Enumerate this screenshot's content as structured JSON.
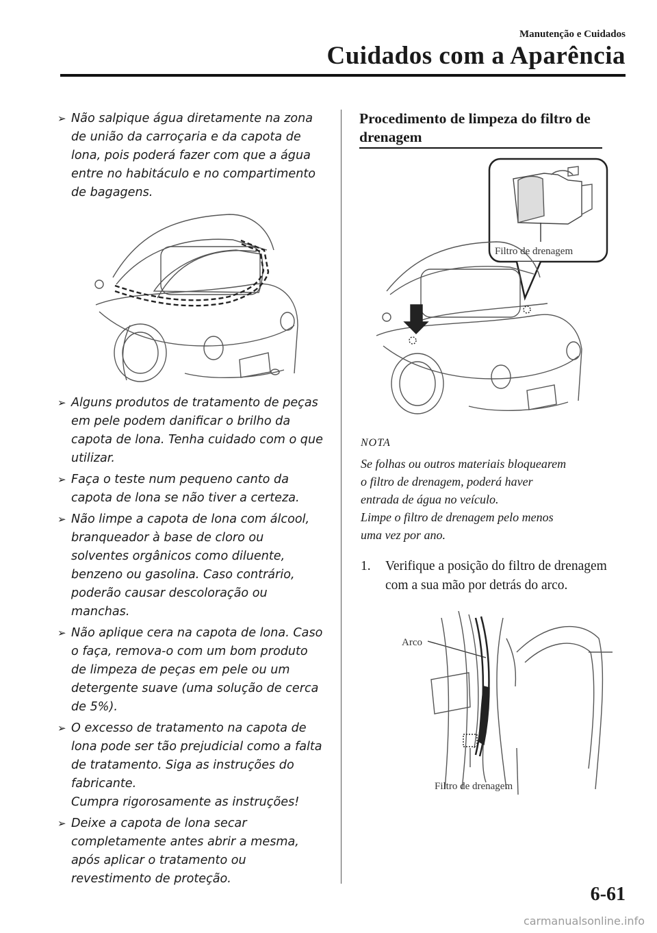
{
  "header": {
    "section": "Manutenção e Cuidados",
    "title": "Cuidados com a Aparência"
  },
  "left_bullets": [
    "Não salpique água diretamente na zona de união da carroçaria e da capota de lona, pois poderá fazer com que a água entre no habitáculo e no compartimento de bagagens.",
    "Alguns produtos de tratamento de peças em pele podem danificar o brilho da capota de lona. Tenha cuidado com o que utilizar.",
    "Faça o teste num pequeno canto da capota de lona se não tiver a certeza.",
    "Não limpe a capota de lona com álcool, branqueador à base de cloro ou solventes orgânicos como diluente, benzeno ou gasolina. Caso contrário, poderão causar descoloração ou manchas.",
    "Não aplique cera na capota de lona. Caso o faça, remova-o com um bom produto de limpeza de peças em pele ou um detergente suave (uma solução de cerca de 5%).",
    "O excesso de tratamento na capota de lona pode ser tão prejudicial como a falta de tratamento. Siga as instruções do fabricante.",
    "Deixe a capota de lona secar completamente antes abrir a mesma, após aplicar o tratamento ou revestimento de proteção."
  ],
  "bullet6_extra": "Cumpra rigorosamente as instruções!",
  "right": {
    "heading": "Procedimento de limpeza do filtro de drenagem",
    "figure1_label": "Filtro de drenagem",
    "nota_label": "NOTA",
    "nota_lines": [
      "Se folhas ou outros materiais bloquearem",
      "o filtro de drenagem, poderá haver",
      "entrada de água no veículo.",
      "Limpe o filtro de drenagem pelo menos",
      "uma vez por ano."
    ],
    "step_number": "1.",
    "step_text": "Verifique a posição do filtro de drenagem com a sua mão por detrás do arco.",
    "figure2_label_top": "Arco",
    "figure2_label_bottom": "Filtro de drenagem"
  },
  "page_number": "6-61",
  "watermark": "carmanualsonline.info"
}
